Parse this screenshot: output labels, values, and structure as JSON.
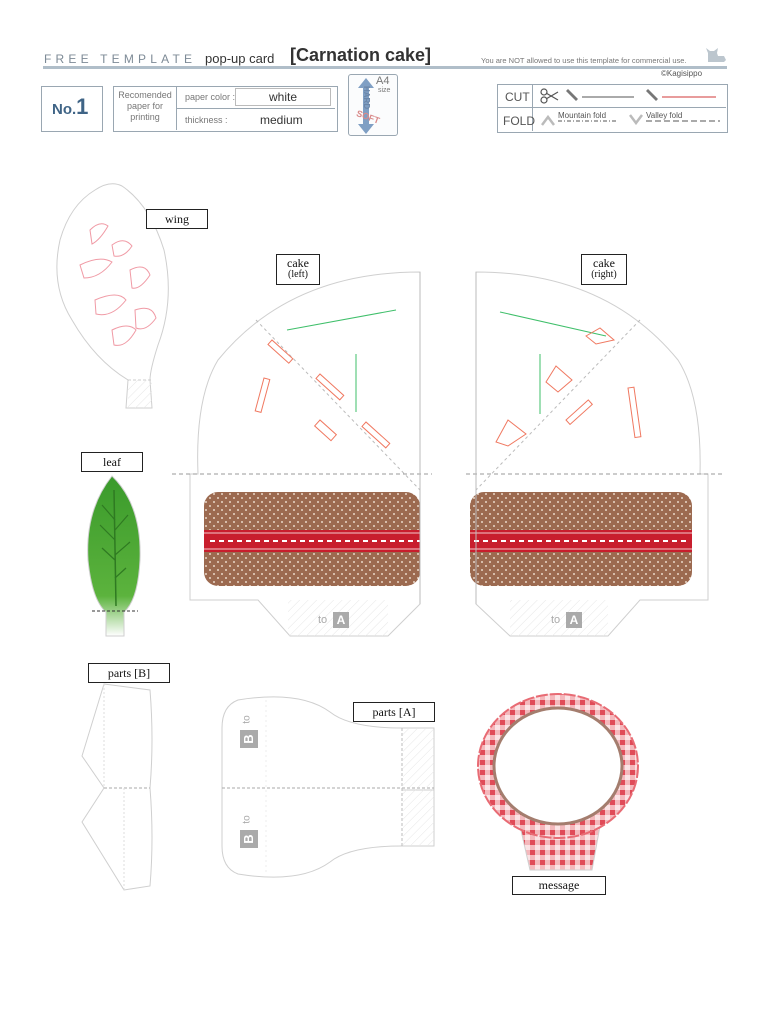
{
  "header": {
    "free_template": "FREE TEMPLATE",
    "category": "pop-up card",
    "title": "[Carnation cake]",
    "notice": "You are NOT allowed to use this template for commercial use.",
    "copyright": "©Kagisippo"
  },
  "info": {
    "no_prefix": "No.",
    "no_value": "1",
    "recommended_label": "Recomended paper for printing",
    "paper_color_label": "paper color :",
    "paper_color_value": "white",
    "thickness_label": "thickness :",
    "thickness_value": "medium",
    "paper_size": "A4",
    "paper_size_unit": "size",
    "hard_label": "HARD",
    "soft_label": "SOFT"
  },
  "legend": {
    "cut_label": "CUT",
    "fold_label": "FOLD",
    "mountain_fold": "Mountain fold",
    "valley_fold": "Valley fold"
  },
  "parts": {
    "wing": "wing",
    "cake_left": "cake",
    "cake_left_sub": "(left)",
    "cake_right": "cake",
    "cake_right_sub": "(right)",
    "leaf": "leaf",
    "parts_b": "parts [B]",
    "parts_a": "parts [A]",
    "message": "message",
    "to_a_left": "to",
    "to_a_right": "to",
    "a_letter": "A",
    "b_letter": "B",
    "to_b": "to"
  },
  "colors": {
    "header_rule": "#b0bec9",
    "cut_line": "#c8c8c8",
    "cake_brown": "#9c6a50",
    "ribbon_red": "#c81e2d",
    "leaf_green": "#3f9a2e",
    "gingham_red": "#e86b74",
    "orange_cut": "#f07860",
    "green_cut": "#3fbf6a"
  }
}
